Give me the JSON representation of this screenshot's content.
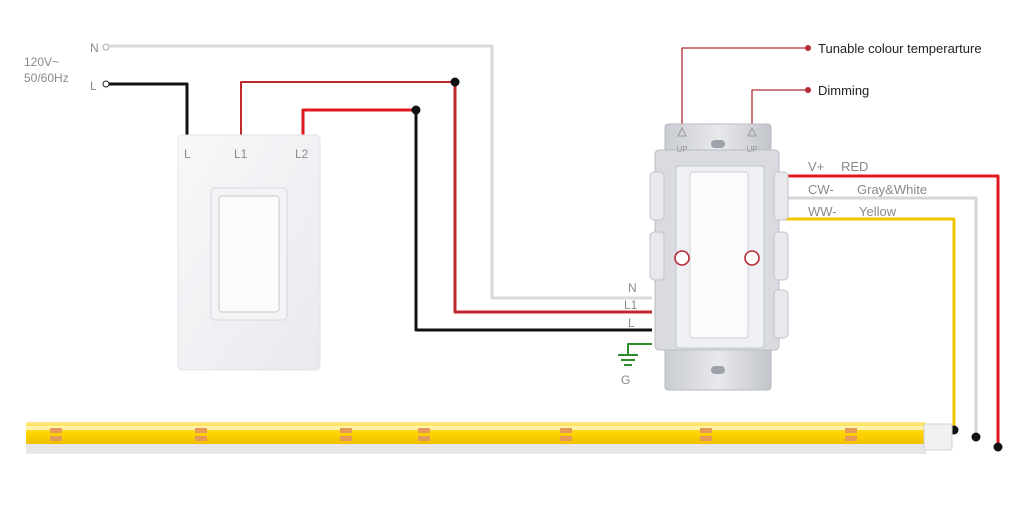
{
  "source": {
    "voltage": "120V~",
    "frequency": "50/60Hz",
    "neutral": "N",
    "line": "L"
  },
  "three_way_switch": {
    "terminals": [
      "L",
      "L1",
      "L2"
    ]
  },
  "dimmer": {
    "up_left": "UP",
    "up_right": "UP",
    "terminals": [
      "N",
      "L1",
      "L"
    ],
    "ground": "G"
  },
  "callouts": {
    "cct": "Tunable colour temperarture",
    "dimming": "Dimming"
  },
  "outputs": [
    {
      "code": "V+",
      "color": "RED",
      "hex": "#e0181f"
    },
    {
      "code": "CW-",
      "color": "Gray&White",
      "hex": "#d6d6d6"
    },
    {
      "code": "WW-",
      "color": "Yellow",
      "hex": "#f3c500"
    }
  ],
  "wire_colors": {
    "live": "#111111",
    "switched": "#c0282c",
    "neutral": "#e2e2e2",
    "ground": "#2e8b2e"
  }
}
